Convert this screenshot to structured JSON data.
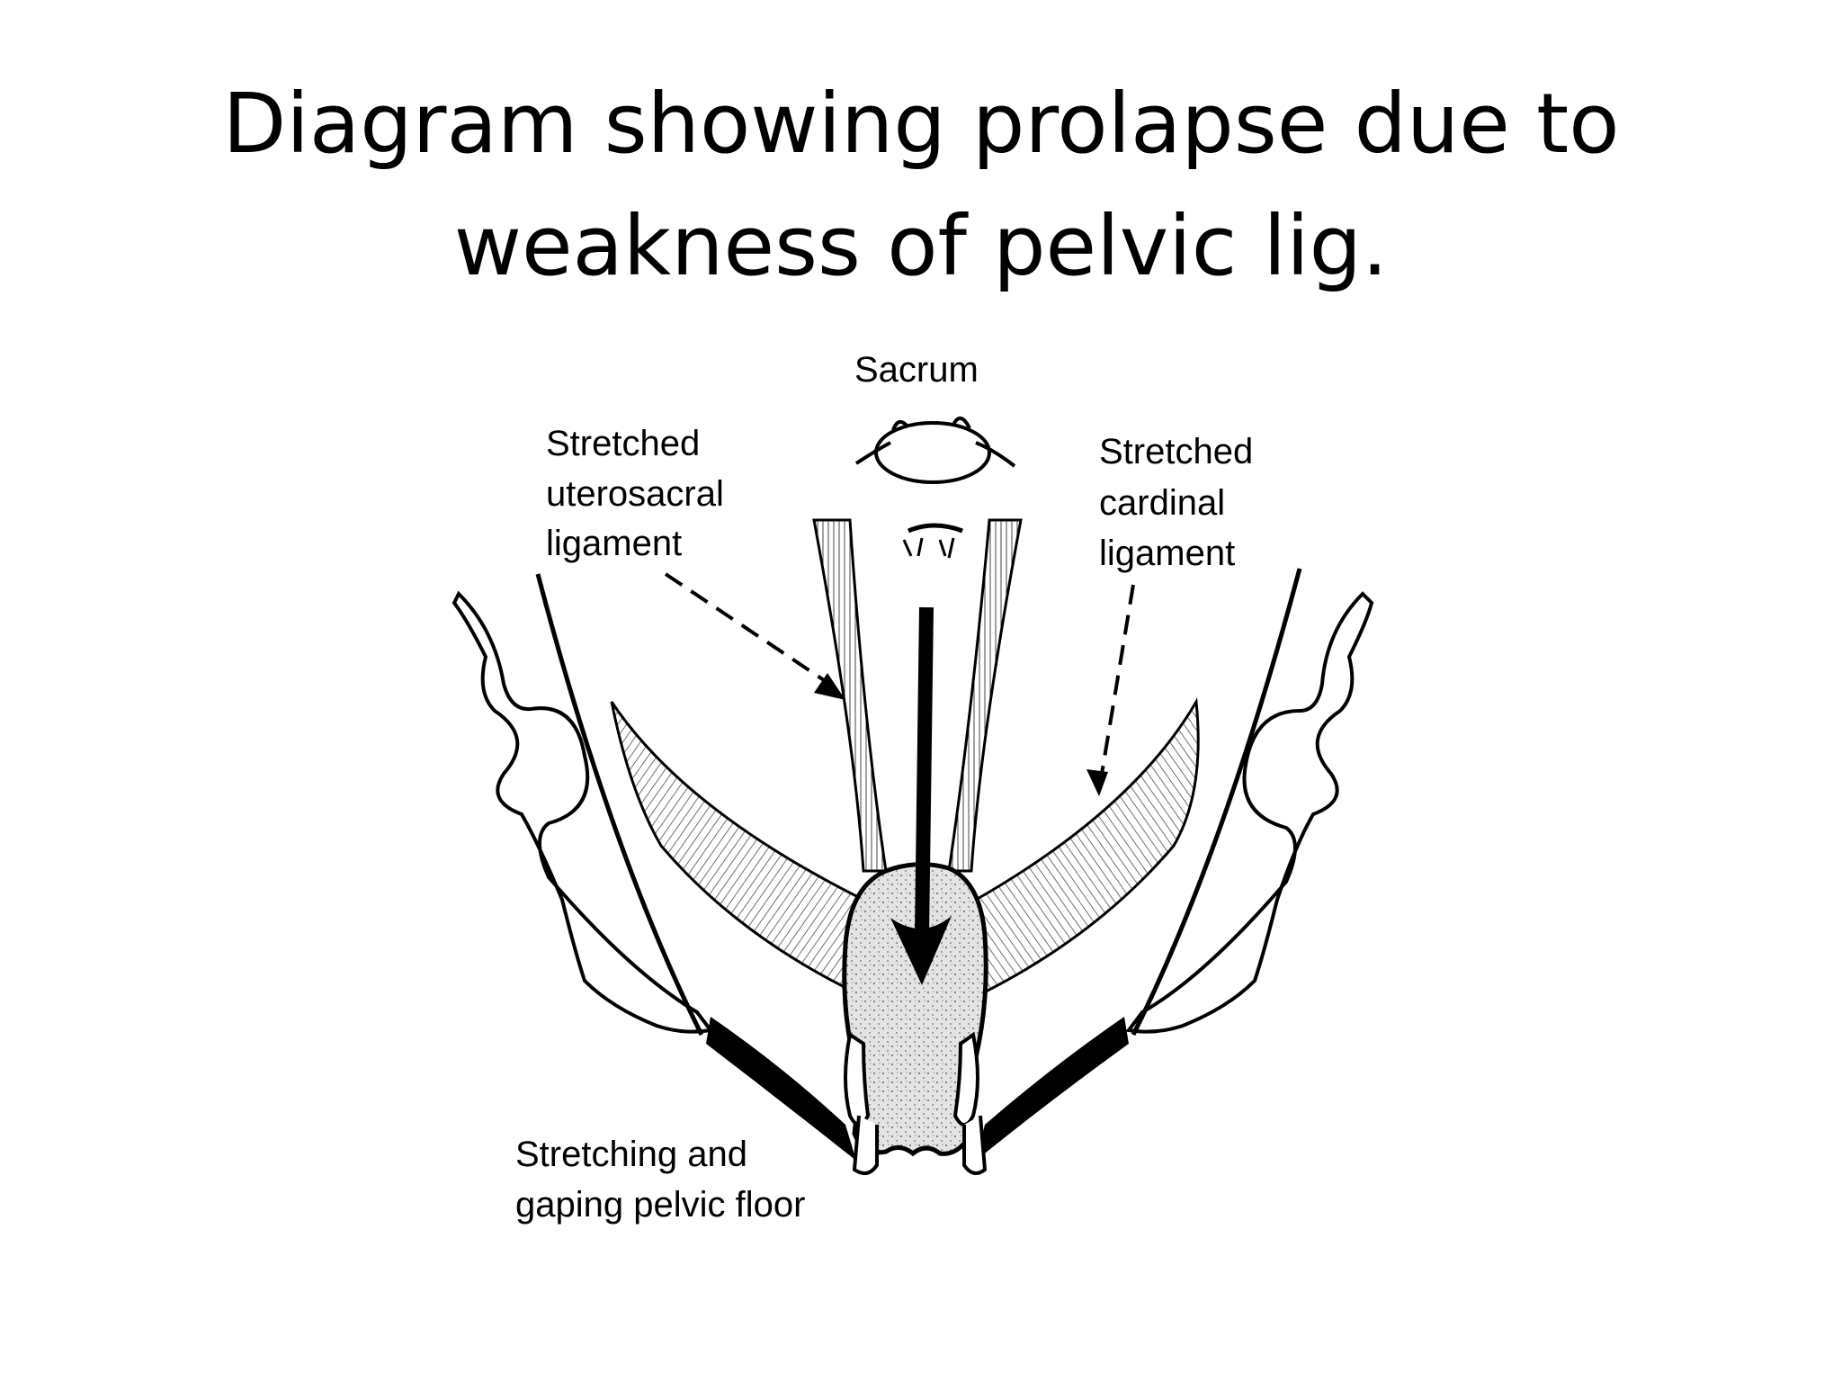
{
  "title": {
    "line1": "Diagram showing prolapse due to",
    "line2": "weakness of pelvic lig."
  },
  "labels": {
    "sacrum": "Sacrum",
    "uterosacral": [
      "Stretched",
      "uterosacral",
      "ligament"
    ],
    "cardinal": [
      "Stretched",
      "cardinal",
      "ligament"
    ],
    "pelvic_floor": [
      "Stretching and",
      "gaping pelvic floor"
    ]
  }
}
